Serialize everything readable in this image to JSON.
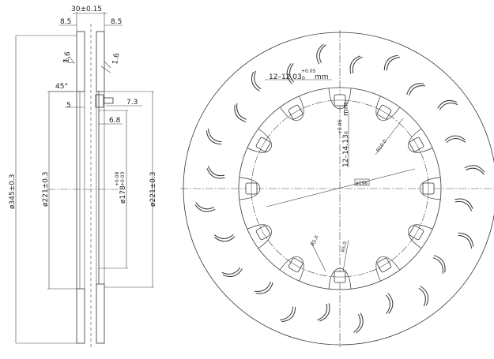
{
  "section_view": {
    "thickness": "30±0.15",
    "left_face": "8.5",
    "right_face": "8.5",
    "roughness_left": "1.6",
    "roughness_right": "1.6",
    "chamfer": "45°",
    "offset_5": "5",
    "pin_7_3": "7.3",
    "pin_6_8": "6.8",
    "outer_dia": "ø345±0.3",
    "inner_dia_left": "ø221±0.3",
    "bore_dia": "ø178",
    "bore_tol_upper": "+0.08",
    "bore_tol_lower": "+0.03",
    "inner_dia_right": "ø221±0.3"
  },
  "face_view": {
    "slot_width": "12–12.03",
    "slot_width_tol": "+0.05",
    "slot_width_tol_lower": "0",
    "slot_width_unit": "mm",
    "slot_depth": "12–14.13",
    "slot_depth_tol": "+0.05",
    "slot_depth_tol_lower": "0",
    "slot_depth_unit": "mm",
    "radius_10": "R10.0",
    "pcd": "ø198",
    "radius_5_left": "R5.0",
    "radius_5_right": "R5.0",
    "slot_count": 24,
    "bobbin_count": 12
  }
}
